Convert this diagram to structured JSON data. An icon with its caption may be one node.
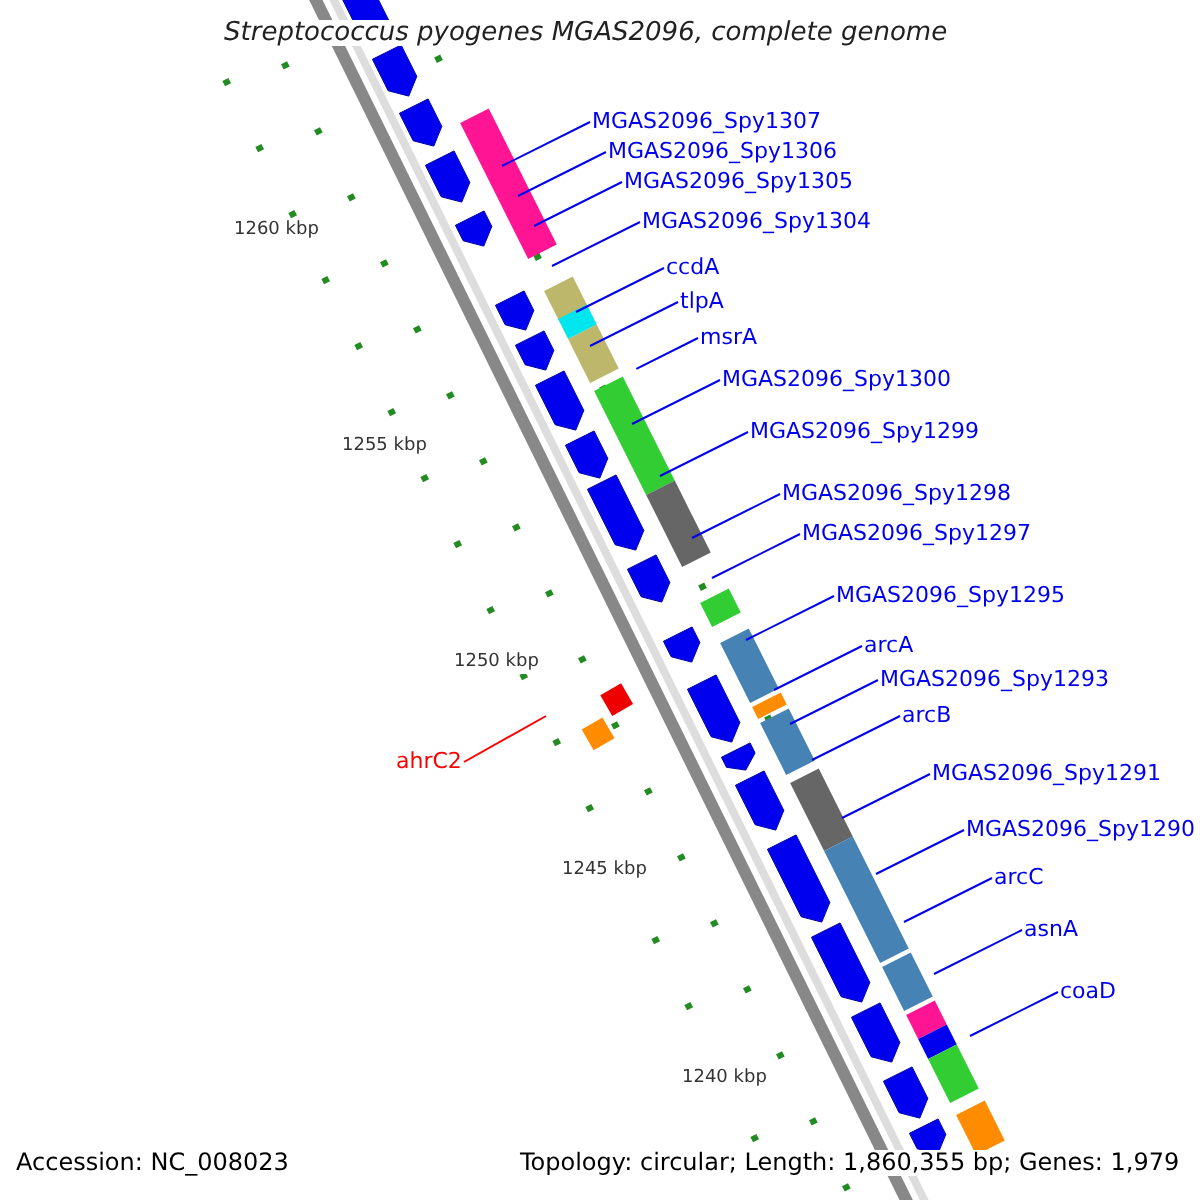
{
  "diagram": {
    "title": "Streptococcus pyogenes MGAS2096, complete genome",
    "nodes": [
      {
        "text": [
          "MGAS2096_Spy1307"
        ]
      },
      {
        "text": [
          "MGAS2096_Spy1306"
        ]
      },
      {
        "text": [
          "MGAS2096_Spy1305"
        ]
      },
      {
        "text": [
          "MGAS2096_Spy1304"
        ]
      },
      {
        "text": [
          "ccdA"
        ]
      },
      {
        "text": [
          "tlpA"
        ]
      },
      {
        "text": [
          "msrA"
        ]
      },
      {
        "text": [
          "MGAS2096_Spy1300"
        ]
      },
      {
        "text": [
          "MGAS2096_Spy1299"
        ]
      },
      {
        "text": [
          "MGAS2096_Spy1298"
        ]
      },
      {
        "text": [
          "MGAS2096_Spy1297"
        ]
      },
      {
        "text": [
          "MGAS2096_Spy1295"
        ]
      },
      {
        "text": [
          "arcA"
        ]
      },
      {
        "text": [
          "MGAS2096_Spy1293"
        ]
      },
      {
        "text": [
          "arcB"
        ]
      },
      {
        "text": [
          "MGAS2096_Spy1291"
        ]
      },
      {
        "text": [
          "MGAS2096_Spy1290"
        ]
      },
      {
        "text": [
          "arcC"
        ]
      },
      {
        "text": [
          "asnA"
        ]
      },
      {
        "text": [
          "coaD"
        ]
      },
      {
        "text": [
          "ahrC2"
        ]
      }
    ],
    "edges": [
      {
        "from": 0,
        "to": null,
        "arrow": "none"
      },
      {
        "from": 1,
        "to": null,
        "arrow": "none"
      },
      {
        "from": 2,
        "to": null,
        "arrow": "none"
      },
      {
        "from": 3,
        "to": null,
        "arrow": "none"
      },
      {
        "from": 4,
        "to": null,
        "arrow": "none"
      },
      {
        "from": 5,
        "to": null,
        "arrow": "none"
      },
      {
        "from": 6,
        "to": null,
        "arrow": "none"
      },
      {
        "from": 7,
        "to": null,
        "arrow": "none"
      },
      {
        "from": 8,
        "to": null,
        "arrow": "none"
      },
      {
        "from": 9,
        "to": null,
        "arrow": "none"
      },
      {
        "from": 10,
        "to": null,
        "arrow": "none"
      },
      {
        "from": 11,
        "to": null,
        "arrow": "none"
      },
      {
        "from": 12,
        "to": null,
        "arrow": "none"
      },
      {
        "from": 13,
        "to": null,
        "arrow": "none"
      },
      {
        "from": 14,
        "to": null,
        "arrow": "none"
      },
      {
        "from": 15,
        "to": null,
        "arrow": "none"
      },
      {
        "from": 16,
        "to": null,
        "arrow": "none"
      },
      {
        "from": 17,
        "to": null,
        "arrow": "none"
      },
      {
        "from": 18,
        "to": null,
        "arrow": "none"
      },
      {
        "from": 19,
        "to": null,
        "arrow": "none"
      },
      {
        "from": 20,
        "to": null,
        "arrow": "none",
        "color": "#ff0000"
      }
    ],
    "labels": [
      "1260 kbp",
      "1255 kbp",
      "1250 kbp",
      "1245 kbp",
      "1240 kbp",
      "Accession: NC_008023",
      "Topology: circular; Length: 1,860,355 bp; Genes: 1,979"
    ]
  }
}
